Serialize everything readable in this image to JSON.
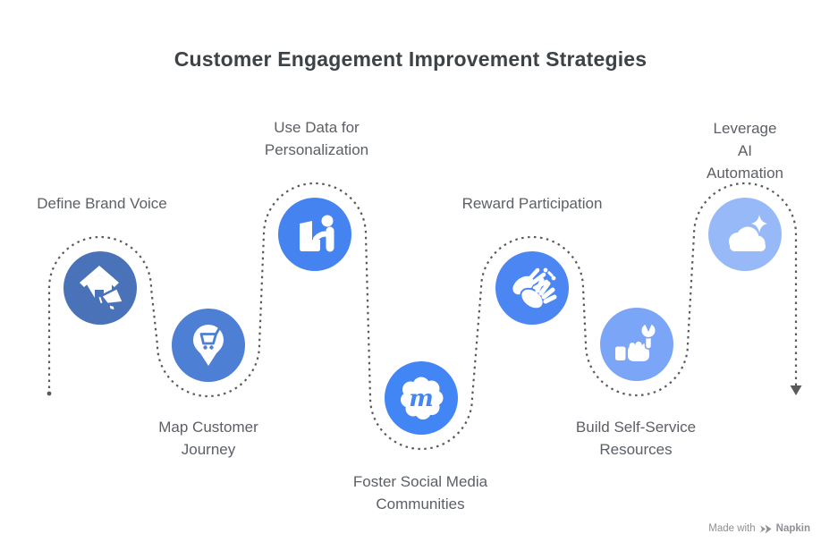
{
  "title": "Customer Engagement Improvement Strategies",
  "title_color": "#3d4246",
  "label_color": "#5c6066",
  "path": {
    "color": "#5a5a5a"
  },
  "steps": [
    {
      "label": "Define Brand Voice",
      "color": "#4a72b8",
      "icon": "house-megaphone-icon"
    },
    {
      "label": "Map Customer\nJourney",
      "color": "#4d7fd4",
      "icon": "map-pin-cart-icon"
    },
    {
      "label": "Use Data for\nPersonalization",
      "color": "#4583f1",
      "icon": "person-kiosk-icon"
    },
    {
      "label": "Foster Social Media\nCommunities",
      "color": "#4285f4",
      "icon": "community-badge-icon",
      "badge_letter": "m"
    },
    {
      "label": "Reward Participation",
      "color": "#4c86f2",
      "icon": "clapping-hands-icon"
    },
    {
      "label": "Build Self-Service\nResources",
      "color": "#7ba5f6",
      "icon": "hand-wrench-icon"
    },
    {
      "label": "Leverage AI\nAutomation",
      "color": "#97b9f8",
      "icon": "cloud-sparkle-icon"
    }
  ],
  "footer": {
    "made_with": "Made with",
    "brand": "Napkin",
    "color": "#8d9196"
  }
}
